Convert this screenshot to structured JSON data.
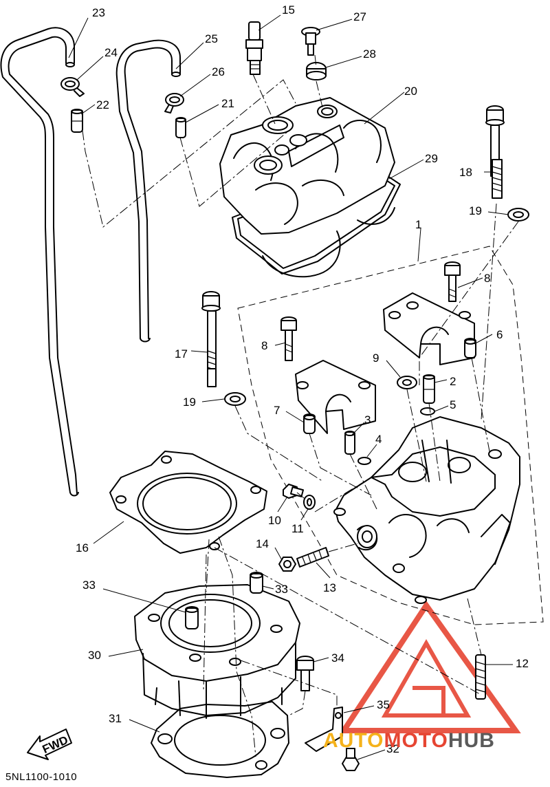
{
  "document": {
    "code": "5NL1100-1010"
  },
  "fwd_label": "FWD",
  "watermark": {
    "part1": "AUTO",
    "part2": "MOTO",
    "part3": "HUB"
  },
  "callouts": [
    {
      "id": "c1",
      "label": "1"
    },
    {
      "id": "c2",
      "label": "2"
    },
    {
      "id": "c3",
      "label": "3"
    },
    {
      "id": "c4",
      "label": "4"
    },
    {
      "id": "c5",
      "label": "5"
    },
    {
      "id": "c6",
      "label": "6"
    },
    {
      "id": "c7",
      "label": "7"
    },
    {
      "id": "c8a",
      "label": "8"
    },
    {
      "id": "c8b",
      "label": "8"
    },
    {
      "id": "c9",
      "label": "9"
    },
    {
      "id": "c10",
      "label": "10"
    },
    {
      "id": "c11",
      "label": "11"
    },
    {
      "id": "c12",
      "label": "12"
    },
    {
      "id": "c13",
      "label": "13"
    },
    {
      "id": "c14",
      "label": "14"
    },
    {
      "id": "c15",
      "label": "15"
    },
    {
      "id": "c16",
      "label": "16"
    },
    {
      "id": "c17",
      "label": "17"
    },
    {
      "id": "c18",
      "label": "18"
    },
    {
      "id": "c19a",
      "label": "19"
    },
    {
      "id": "c19b",
      "label": "19"
    },
    {
      "id": "c20",
      "label": "20"
    },
    {
      "id": "c21",
      "label": "21"
    },
    {
      "id": "c22",
      "label": "22"
    },
    {
      "id": "c23",
      "label": "23"
    },
    {
      "id": "c24",
      "label": "24"
    },
    {
      "id": "c25",
      "label": "25"
    },
    {
      "id": "c26",
      "label": "26"
    },
    {
      "id": "c27",
      "label": "27"
    },
    {
      "id": "c28",
      "label": "28"
    },
    {
      "id": "c29",
      "label": "29"
    },
    {
      "id": "c30",
      "label": "30"
    },
    {
      "id": "c31",
      "label": "31"
    },
    {
      "id": "c32",
      "label": "32"
    },
    {
      "id": "c33a",
      "label": "33"
    },
    {
      "id": "c33b",
      "label": "33"
    },
    {
      "id": "c34",
      "label": "34"
    },
    {
      "id": "c35",
      "label": "35"
    }
  ],
  "colors": {
    "line": "#000000",
    "watermark_red": "#e64532",
    "watermark_orange": "#f5b21b",
    "watermark_gray": "#5a5a5a"
  }
}
